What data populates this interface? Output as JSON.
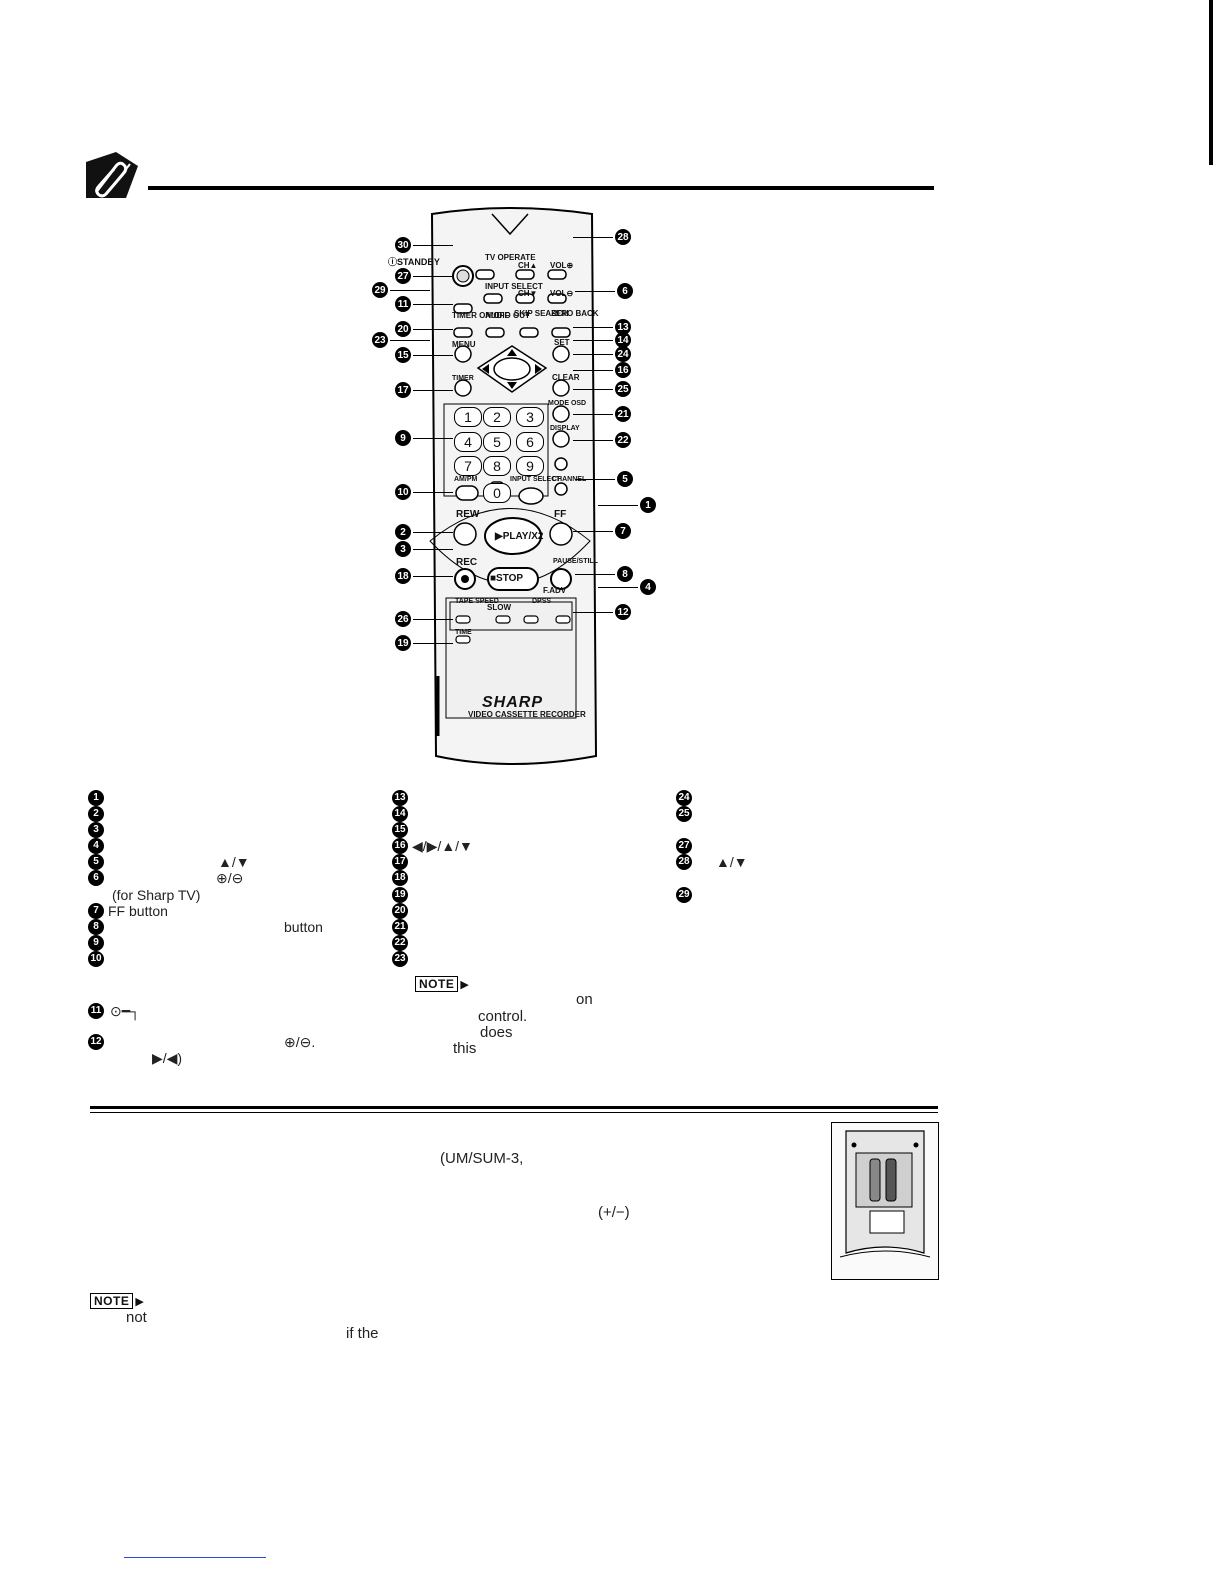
{
  "header": {
    "icon": "paperclip-pen-icon"
  },
  "remote": {
    "brand": "SHARP",
    "subtitle": "VIDEO CASSETTE RECORDER",
    "labels": {
      "standby": "ⓘSTANDBY",
      "tv_operate": "TV OPERATE",
      "ch_up": "CH▲",
      "vol_up": "VOL⊕",
      "input_select_tv": "INPUT SELECT",
      "ch_down": "CH▼",
      "vol_down": "VOL⊖",
      "timer_onoff": "TIMER ON/OFF",
      "audio_out": "AUDIO OUT",
      "skip_search": "SKIP SEARCH",
      "zero_back": "ZERO BACK",
      "menu": "MENU",
      "set": "SET",
      "timer": "TIMER",
      "clear": "CLEAR",
      "mode_osd": "MODE OSD",
      "display": "DISPLAY",
      "ampm": "AM/PM",
      "input_select": "INPUT SELECT",
      "channel": "CHANNEL",
      "rew": "REW",
      "ff": "FF",
      "play": "▶PLAY/X2",
      "rec": "REC",
      "stop": "■STOP",
      "pause_still": "PAUSE/STILL",
      "f_adv": "F.ADV",
      "tape_speed": "TAPE SPEED",
      "slow": "SLOW",
      "dpss": "DPSS",
      "time": "TIME"
    },
    "digits": [
      "1",
      "2",
      "3",
      "4",
      "5",
      "6",
      "7",
      "8",
      "9",
      "0"
    ],
    "callouts": [
      "1",
      "2",
      "3",
      "4",
      "5",
      "6",
      "7",
      "8",
      "9",
      "10",
      "11",
      "12",
      "13",
      "14",
      "15",
      "16",
      "17",
      "18",
      "19",
      "20",
      "21",
      "22",
      "23",
      "24",
      "25",
      "26",
      "27",
      "28",
      "29",
      "30"
    ]
  },
  "legend": {
    "col1": [
      {
        "num": "1",
        "text": ""
      },
      {
        "num": "2",
        "text": ""
      },
      {
        "num": "3",
        "text": ""
      },
      {
        "num": "4",
        "text": ""
      },
      {
        "num": "5",
        "text": "▲/▼"
      },
      {
        "num": "6",
        "text": "⊕/⊖"
      },
      {
        "num": "",
        "text": "(for Sharp TV)"
      },
      {
        "num": "7",
        "text": "FF button"
      },
      {
        "num": "8",
        "text": "button"
      },
      {
        "num": "9",
        "text": ""
      },
      {
        "num": "10",
        "text": ""
      },
      {
        "num": "11",
        "text": "⊙━┐"
      },
      {
        "num": "12",
        "text": "⊕/⊖."
      },
      {
        "num": "",
        "text": "▶/◀)"
      }
    ],
    "col2": [
      {
        "num": "13",
        "text": ""
      },
      {
        "num": "14",
        "text": ""
      },
      {
        "num": "15",
        "text": ""
      },
      {
        "num": "16",
        "text": "◀/▶/▲/▼"
      },
      {
        "num": "17",
        "text": ""
      },
      {
        "num": "18",
        "text": ""
      },
      {
        "num": "19",
        "text": ""
      },
      {
        "num": "20",
        "text": ""
      },
      {
        "num": "21",
        "text": ""
      },
      {
        "num": "22",
        "text": ""
      },
      {
        "num": "23",
        "text": ""
      }
    ],
    "col3": [
      {
        "num": "24",
        "text": ""
      },
      {
        "num": "25",
        "text": ""
      },
      {
        "num": "27",
        "text": ""
      },
      {
        "num": "28",
        "text": "▲/▼"
      },
      {
        "num": "29",
        "text": ""
      }
    ],
    "note_label": "NOTE",
    "note_fragments": [
      "on",
      "control.",
      "does",
      "this"
    ]
  },
  "battery": {
    "fragments": [
      "(UM/SUM-3,",
      "(+/−)"
    ],
    "note_label": "NOTE",
    "note_fragments": [
      "not",
      "if the"
    ]
  }
}
